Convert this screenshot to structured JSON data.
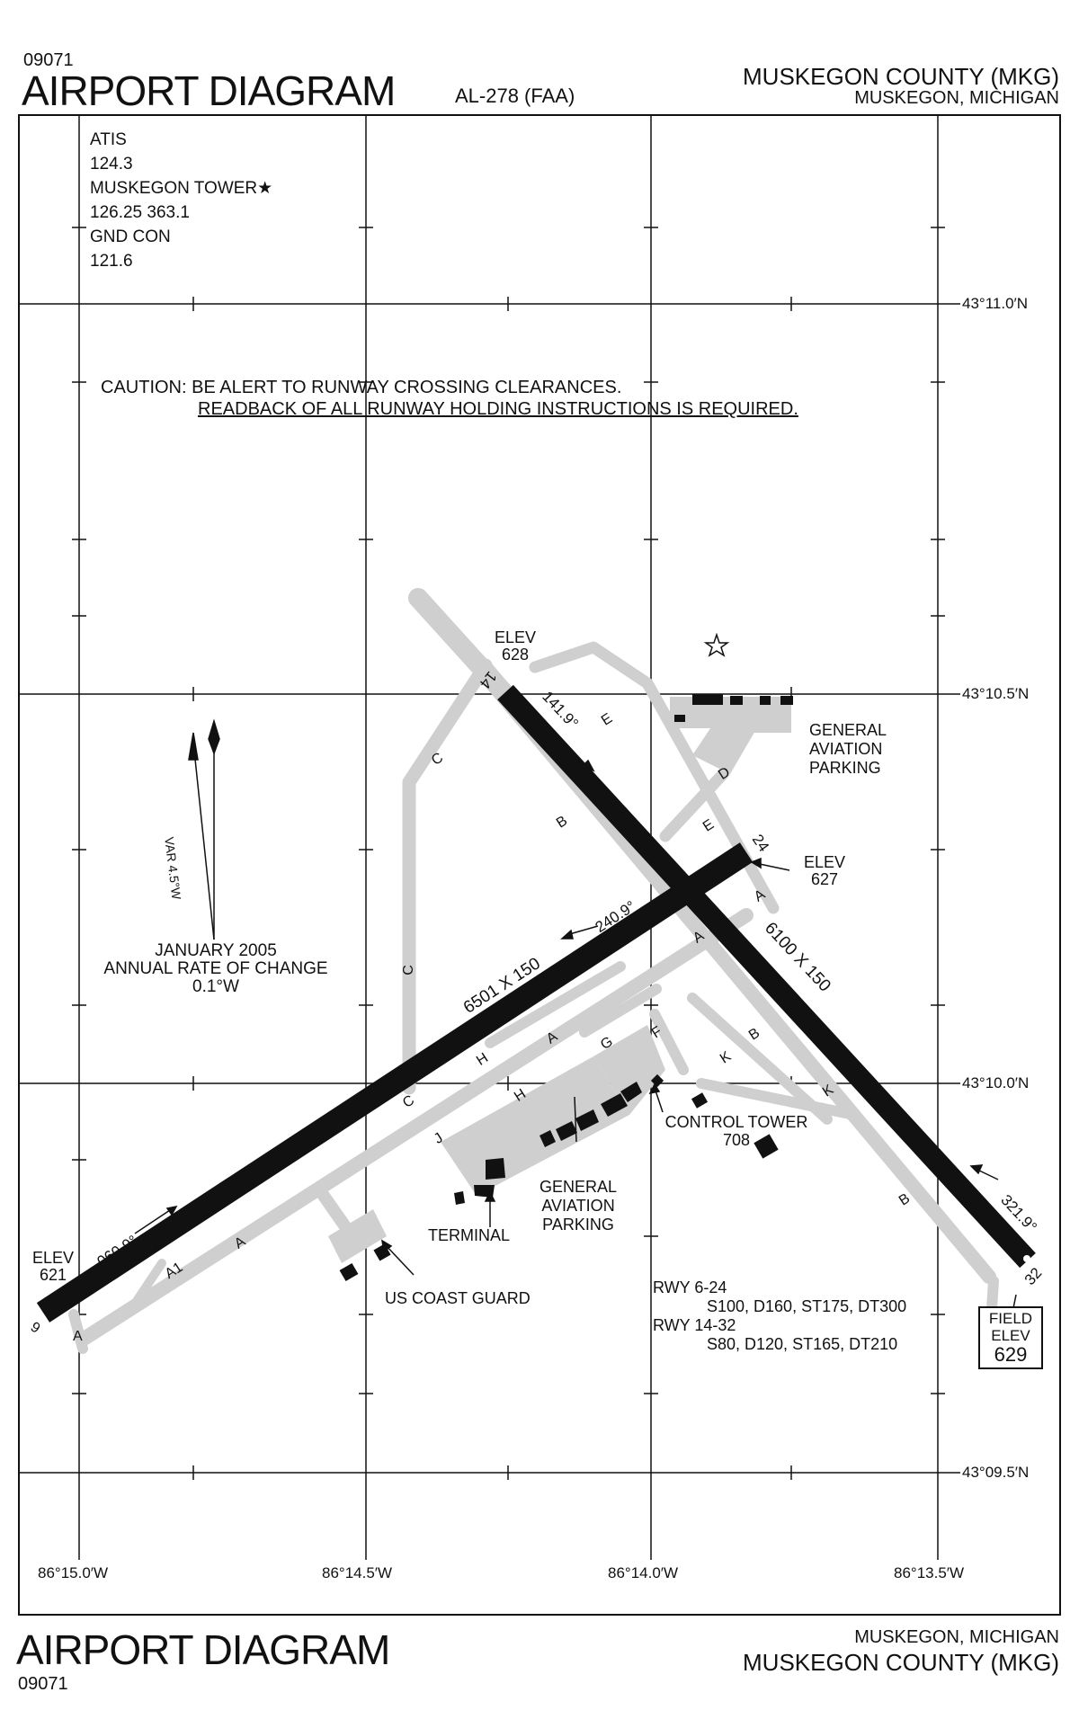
{
  "header": {
    "code": "09071",
    "title": "AIRPORT DIAGRAM",
    "al_number": "AL-278 (FAA)",
    "airport_name": "MUSKEGON COUNTY (MKG)",
    "city_state": "MUSKEGON, MICHIGAN"
  },
  "footer": {
    "title": "AIRPORT DIAGRAM",
    "code": "09071",
    "city_state": "MUSKEGON, MICHIGAN",
    "airport_name": "MUSKEGON COUNTY (MKG)"
  },
  "frequencies": [
    {
      "label": "ATIS",
      "value": "124.3"
    },
    {
      "label": "MUSKEGON TOWER★",
      "value": "126.25 363.1"
    },
    {
      "label": "GND CON",
      "value": "121.6"
    }
  ],
  "caution": {
    "line1": "CAUTION: BE ALERT TO RUNWAY CROSSING CLEARANCES.",
    "line2": "READBACK OF ALL RUNWAY HOLDING INSTRUCTIONS IS REQUIRED."
  },
  "magnetic": {
    "variation": "VAR 4.5°W",
    "date": "JANUARY 2005",
    "rate_label": "ANNUAL RATE OF CHANGE",
    "rate": "0.1°W"
  },
  "latitudes": [
    "43°11.0′N",
    "43°10.5′N",
    "43°10.0′N",
    "43°09.5′N"
  ],
  "longitudes": [
    "86°15.0′W",
    "86°14.5′W",
    "86°14.0′W",
    "86°13.5′W"
  ],
  "runways": {
    "rwy_6_24": {
      "dims": "6501 X 150",
      "end_6": "6",
      "end_24": "24",
      "hdg_6": "060.9°",
      "hdg_24": "240.9°",
      "elev_6_label": "ELEV",
      "elev_6": "621",
      "elev_24_label": "ELEV",
      "elev_24": "627"
    },
    "rwy_14_32": {
      "dims": "6100 X 150",
      "end_14": "14",
      "end_32": "32",
      "hdg_14": "141.9°",
      "hdg_32": "321.9°",
      "elev_14_label": "ELEV",
      "elev_14": "628"
    }
  },
  "taxiways": [
    "A",
    "A1",
    "B",
    "C",
    "D",
    "E",
    "F",
    "G",
    "H",
    "J",
    "K"
  ],
  "labels": {
    "ga_parking_ne": [
      "GENERAL",
      "AVIATION",
      "PARKING"
    ],
    "ga_parking_s": [
      "GENERAL",
      "AVIATION",
      "PARKING"
    ],
    "control_tower": "CONTROL TOWER",
    "control_tower_elev": "708",
    "terminal": "TERMINAL",
    "coast_guard": "US COAST GUARD"
  },
  "field_elev": {
    "line1": "FIELD",
    "line2": "ELEV",
    "value": "629"
  },
  "strength": {
    "rwy1": "RWY 6-24",
    "rwy1_vals": "S100, D160, ST175, DT300",
    "rwy2": "RWY 14-32",
    "rwy2_vals": "S80, D120, ST165, DT210"
  },
  "colors": {
    "pavement": "#cfcfcf",
    "runway": "#111111"
  }
}
